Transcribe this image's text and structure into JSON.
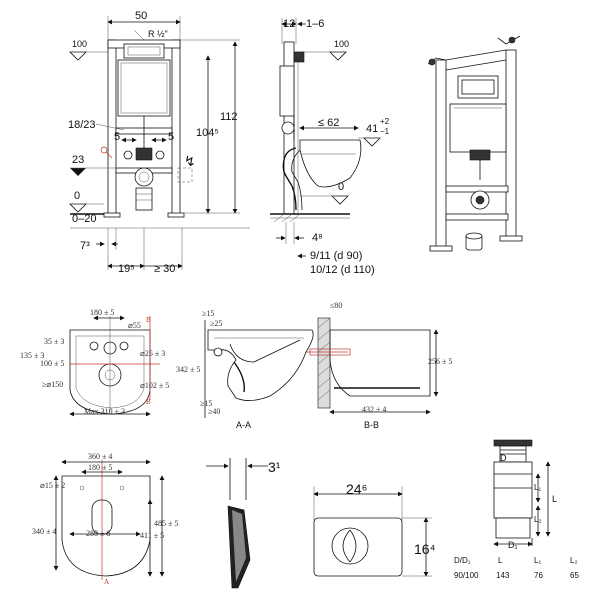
{
  "frame_front": {
    "width": "50",
    "rp": "R ½\"",
    "lvl100": "100",
    "height_total": "112",
    "height_104": "104⁵",
    "dim_18_23": "18/23",
    "dim_5a": "5",
    "dim_5b": "5",
    "dim_23": "23",
    "lvl0": "0",
    "dim_0_20": "0–20",
    "dim_7": "7³",
    "dim_19": "19⁵",
    "dim_30": "≥ 30",
    "electric_symbol": "↯"
  },
  "frame_side": {
    "dim_12": "12",
    "dim_1_6": "1–6",
    "lvl100": "100",
    "dim_62": "≤ 62",
    "dim_41": "41",
    "tol_plus": "+2",
    "tol_minus": "−1",
    "lvl0": "0",
    "dim_4": "4⁸",
    "pipe_90": "9/11 (d 90)",
    "pipe_110": "10/12 (d 110)"
  },
  "bowl_top": {
    "d180": "180 ± 5",
    "d55": "⌀55",
    "d35": "35 ± 3",
    "d135": "135 ± 3",
    "d100": "100 ± 5",
    "d25": "⌀25 ± 3",
    "d150": "≥⌀150",
    "d102": "⌀102 ± 5",
    "max310": "Max 310 ± 3",
    "label_b1": "B",
    "label_b2": "B"
  },
  "section_aa": {
    "d15": "≥15",
    "d25": "≥25",
    "d342": "342 ± 5",
    "d15b": "≥15",
    "d40": "≥40",
    "caption": "A-A"
  },
  "section_bb": {
    "d80": "≤80",
    "d256": "256 ± 5",
    "d432": "432 ± 4",
    "caption": "B-B"
  },
  "seat": {
    "d360": "360 ± 4",
    "d180": "180 ± 5",
    "d15": "⌀15 ± 2",
    "d485": "485 ± 5",
    "d340": "340 ± 4",
    "d411": "411 ± 5",
    "d280": "280 ± 8",
    "label_a": "A"
  },
  "flush_side": {
    "depth": "3¹"
  },
  "flush_plate": {
    "width": "24⁶",
    "height": "16⁴"
  },
  "pipe_table": {
    "label_d": "D",
    "label_l": "L",
    "label_l1": "L₁",
    "label_l2": "L₂",
    "label_d1": "D₁",
    "headers": [
      "D/D₁",
      "L",
      "L₁",
      "L₂"
    ],
    "values": [
      "90/100",
      "143",
      "76",
      "65"
    ]
  }
}
